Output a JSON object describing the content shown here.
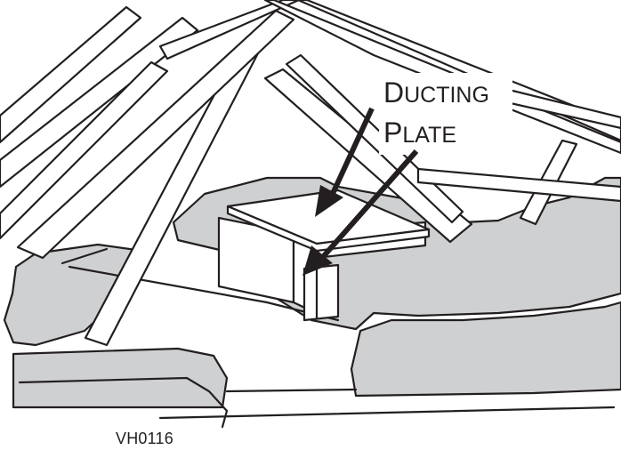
{
  "callout": {
    "line1_cap": "D",
    "line1_rest": "UCTING",
    "line2_cap": "P",
    "line2_rest": "LATE"
  },
  "reference_code": "VH0116",
  "colors": {
    "ink": "#231f20",
    "shade": "#cfd0d2",
    "paper": "#ffffff"
  }
}
